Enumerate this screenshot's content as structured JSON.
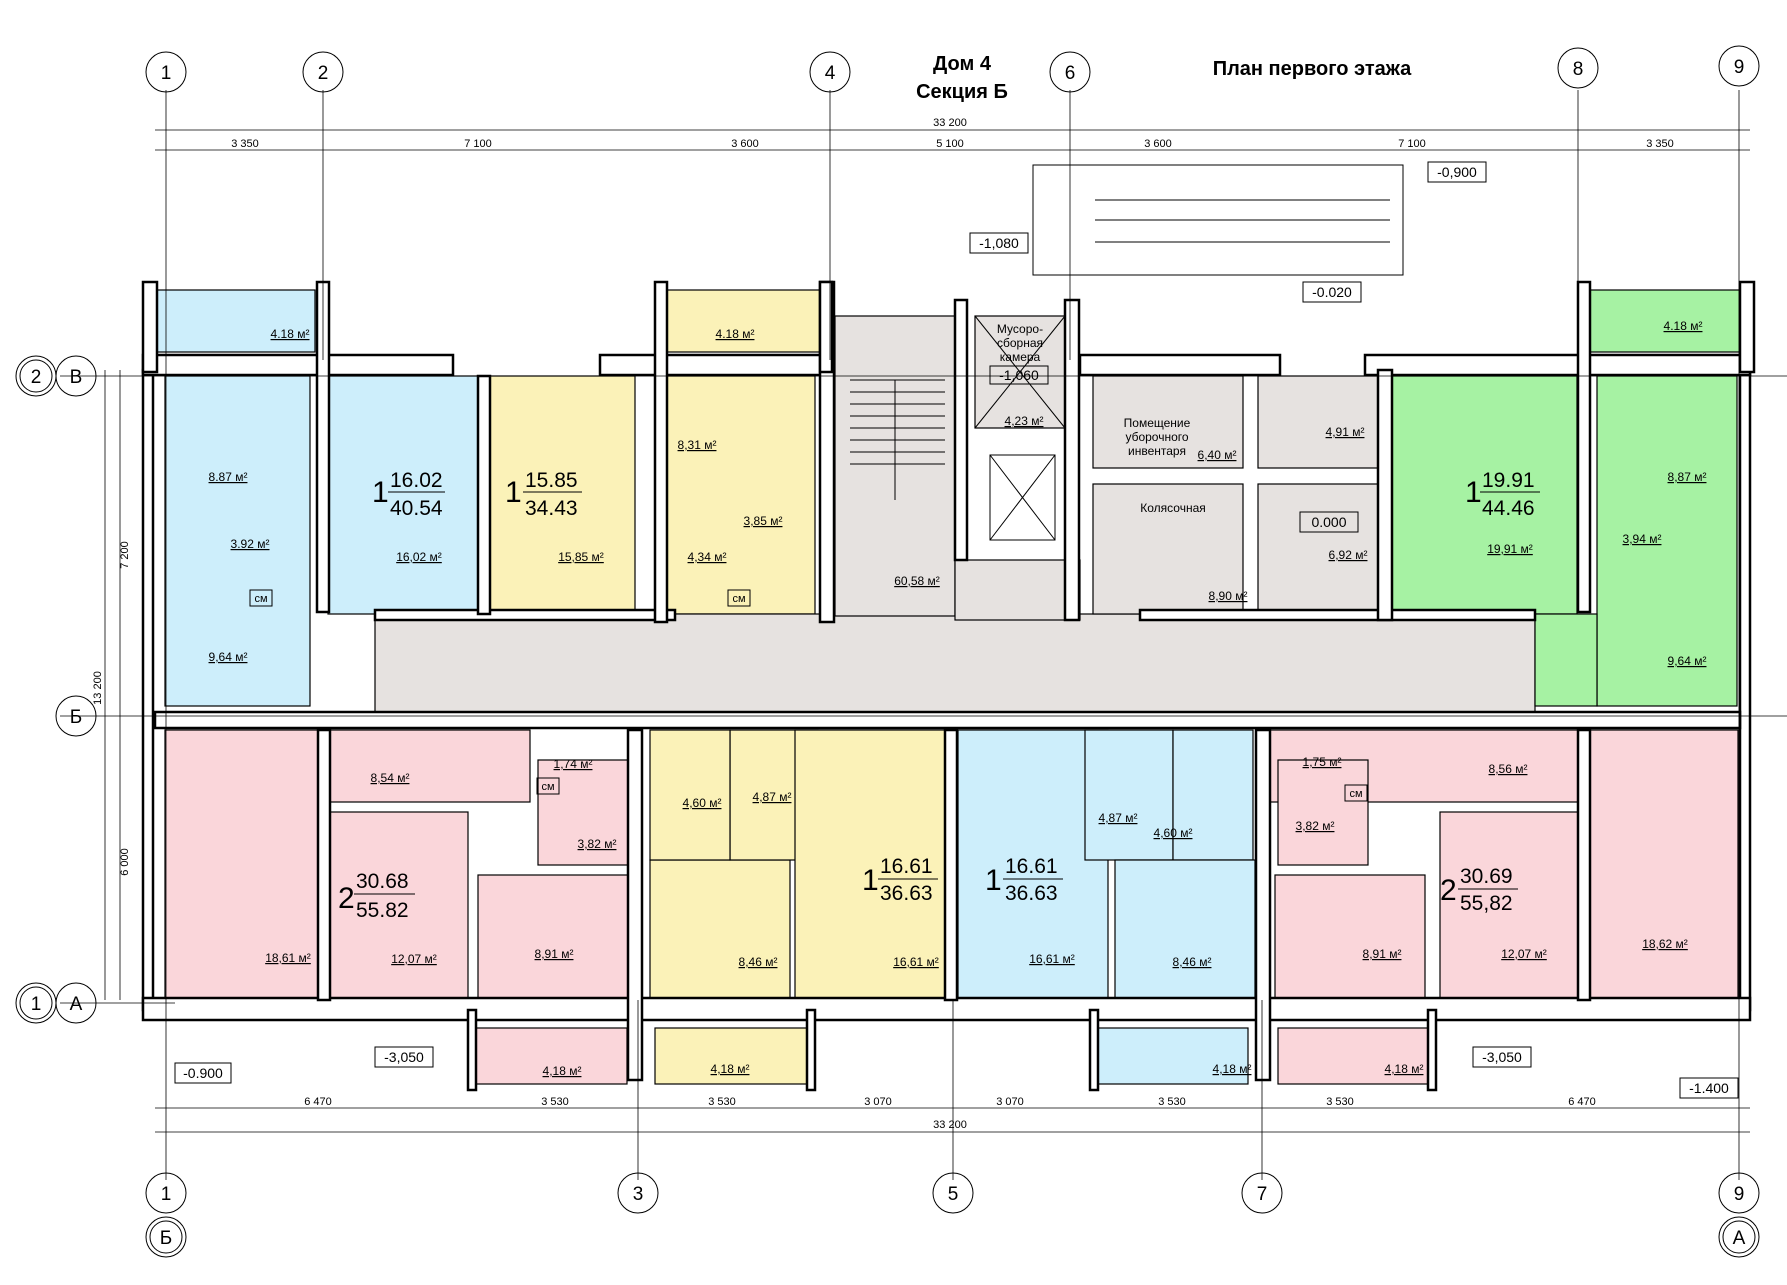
{
  "header": {
    "house": "Дом 4",
    "section": "Секция Б",
    "plan_title": "План первого этажа"
  },
  "colors": {
    "blue": "#cdeefb",
    "yellow": "#fbf2b8",
    "green": "#a6f2a3",
    "pink": "#fad6da",
    "gray": "#e6e2e0"
  },
  "axes": {
    "top": [
      "1",
      "2",
      "4",
      "6",
      "8",
      "9"
    ],
    "bottom": [
      "1",
      "3",
      "5",
      "7",
      "9"
    ],
    "bottom_rows": [
      "Б",
      "А"
    ],
    "left_rows": [
      {
        "num": "2",
        "letter": "В"
      },
      {
        "letter": "Б"
      },
      {
        "num": "1",
        "letter": "А"
      }
    ]
  },
  "dims": {
    "top_total": "33 200",
    "top": [
      "3 350",
      "7 100",
      "3 600",
      "5 100",
      "3 600",
      "7 100",
      "3 350"
    ],
    "bottom": [
      "6 470",
      "3 530",
      "3 530",
      "3 070",
      "3 070",
      "3 530",
      "3 530",
      "6 470"
    ],
    "bottom_total": "33 200",
    "left": [
      "7 200",
      "13 200",
      "6 000"
    ]
  },
  "levels": {
    "l1": "-0,900",
    "l2": "-1,080",
    "l3": "-0.020",
    "l4": "0.000",
    "l5": "-0.900",
    "l6": "-3,050",
    "l7": "-3,050",
    "l8": "-1.400",
    "l9": "-1,060"
  },
  "labels": {
    "trash": [
      "Мусоро-",
      "сборная",
      "камера"
    ],
    "inventory": [
      "Помещение",
      "уборочного",
      "инвентаря"
    ],
    "stroller": "Колясочная",
    "sm": "см"
  },
  "apts": [
    {
      "rooms": "1",
      "living": "16.02",
      "total": "40.54"
    },
    {
      "rooms": "1",
      "living": "15.85",
      "total": "34.43"
    },
    {
      "rooms": "1",
      "living": "19.91",
      "total": "44.46"
    },
    {
      "rooms": "2",
      "living": "30.68",
      "total": "55.82"
    },
    {
      "rooms": "1",
      "living": "16.61",
      "total": "36.63"
    },
    {
      "rooms": "1",
      "living": "16.61",
      "total": "36.63"
    },
    {
      "rooms": "2",
      "living": "30.69",
      "total": "55,82"
    }
  ],
  "areas": {
    "a1": "4.18 м²",
    "a2": "4.18 м²",
    "a3": "4.18 м²",
    "a4": "8.87 м²",
    "a5": "3.92 м²",
    "a6": "16,02 м²",
    "a7": "9,64 м²",
    "a8": "15,85 м²",
    "a9": "8,31 м²",
    "a10": "3,85 м²",
    "a11": "4,34 м²",
    "a12": "60,58 м²",
    "a13": "4,23 м²",
    "a14": "6,40 м²",
    "a15": "4,91 м²",
    "a16": "8,90 м²",
    "a17": "6,92 м²",
    "a18": "19,91 м²",
    "a19": "8,87 м²",
    "a20": "3,94 м²",
    "a21": "9,64 м²",
    "a22": "1,74 м²",
    "a23": "8,54 м²",
    "a24": "4,60 м²",
    "a25": "4,87 м²",
    "a26": "3,82 м²",
    "a27": "18,61 м²",
    "a28": "12,07 м²",
    "a29": "8,91 м²",
    "a30": "8,46 м²",
    "a31": "16,61 м²",
    "a32": "4,87 м²",
    "a33": "4,60 м²",
    "a34": "1,75 м²",
    "a35": "3,82 м²",
    "a36": "8,56 м²",
    "a37": "16,61 м²",
    "a38": "8,46 м²",
    "a39": "8,91 м²",
    "a40": "12,07 м²",
    "a41": "18,62 м²",
    "a42": "4,18 м²",
    "a43": "4,18 м²",
    "a44": "4,18 м²",
    "a45": "4,18 м²"
  }
}
